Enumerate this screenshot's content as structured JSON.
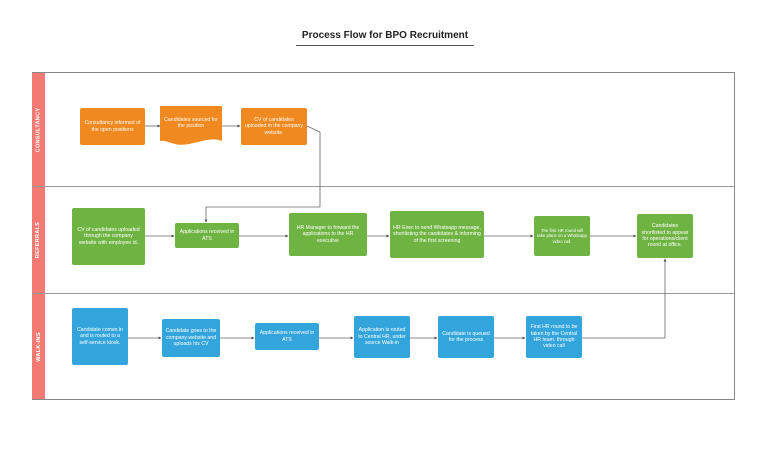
{
  "title": "Process Flow for BPO Recruitment",
  "lanes": [
    {
      "label": "CONSULTANCY"
    },
    {
      "label": "REFERRALS"
    },
    {
      "label": "WALK-INS"
    }
  ],
  "consultancy": [
    "Consultancy informed of the open positions",
    "Candidates sourced for the position",
    "CV of candidates uploaded in the company website."
  ],
  "referrals": [
    "CV of candidates uploaded through the company website with employee id.",
    "Applications received in ATS",
    "HR Manager to forward the applications to the HR executive",
    "HR Exec to send Whatsapp message, shortlisting the candidates & informing of the first screening",
    "The first HR round will take place on a Whatsapp video call.",
    "Candidates shortlisted to appear for operations/client round at office."
  ],
  "walkins": [
    "Candidate comes in and is routed to a self-service kiosk.",
    "Candidate goes to the company website and uploads his CV",
    "Applications received in ATS",
    "Application is routed to Central HR, under source Walk-in",
    "Candidate is queued for the process",
    "First HR round to be taken by the Central HR team, through video call"
  ],
  "colors": {
    "consultancy": "#f0891f",
    "referrals": "#6fb443",
    "walkins": "#34a5dc",
    "lane_label": "#f27a72"
  }
}
